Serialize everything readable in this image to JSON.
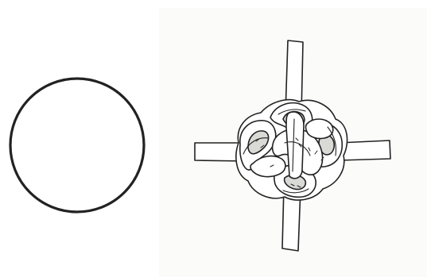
{
  "figure": {
    "background_color": "#ffffff",
    "panel_background_color": "#fbfbf9",
    "stroke_color": "#222222",
    "shade_color": "#d9d9d6",
    "circle": {
      "icon": "empty-circle",
      "fill_color": "#ffffff"
    },
    "knot": {
      "icon": "decorative-knot-on-cross-strips",
      "strip_fill_color": "#ffffff",
      "strand_fill_color": "#ffffff",
      "strand_count_visible": 8
    }
  }
}
